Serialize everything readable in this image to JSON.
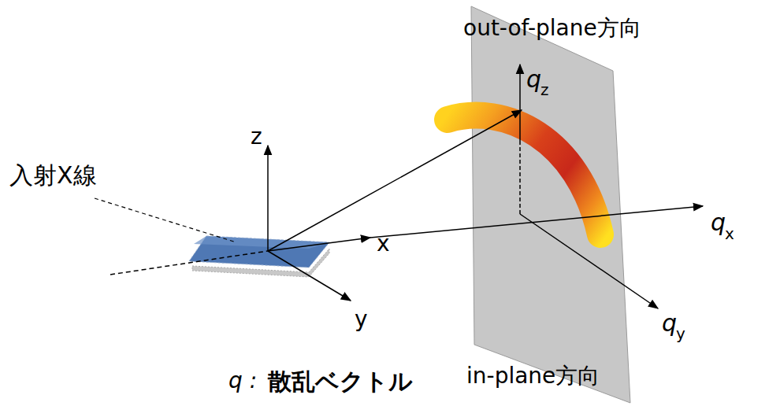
{
  "diagram": {
    "labels": [
      "out-of-plane方向",
      "q",
      "z",
      "z",
      "入射X線",
      "q",
      "x",
      "x",
      "y",
      "q",
      "y",
      "in-plane方向",
      "q :",
      "散乱ベクトル"
    ]
  }
}
